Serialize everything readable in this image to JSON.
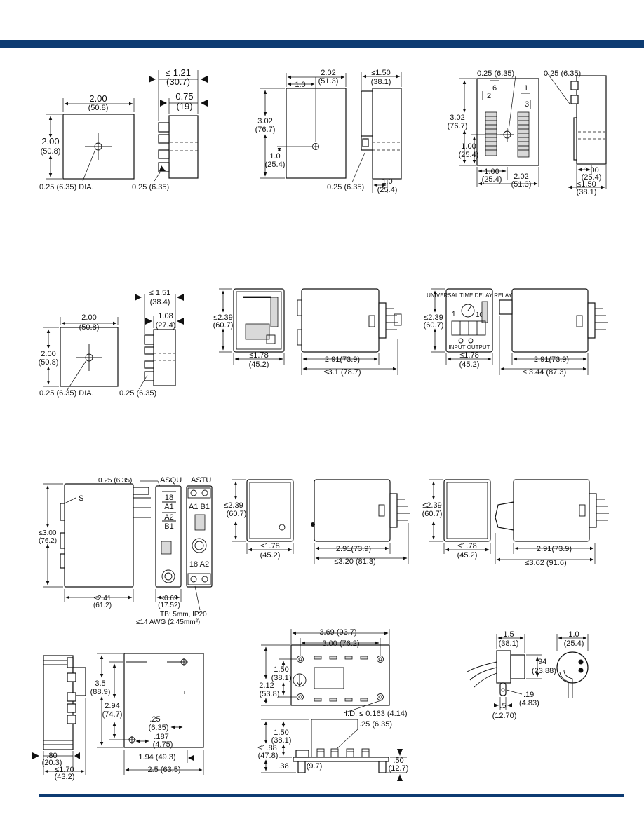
{
  "d1": {
    "w": "2.00",
    "w_mm": "(50.8)",
    "h": "2.00",
    "h_mm": "(50.8)",
    "dia": "0.25 (6.35) DIA.",
    "side_term": "0.25 (6.35)",
    "depth": "≤ 1.21",
    "depth_mm": "(30.7)",
    "body": "0.75",
    "body_mm": "(19)"
  },
  "d2": {
    "w": "2.02",
    "w_mm": "(51.3)",
    "off": "1.0",
    "h": "3.02",
    "h_mm": "(76.7)",
    "hole_y": "1.0",
    "hole_y_mm": "(25.4)",
    "depth": "≤1.50",
    "depth_mm": "(38.1)",
    "term": "0.25 (6.35)",
    "term_off": "1.0",
    "term_off_mm": "(25.4)"
  },
  "d3": {
    "term_a": "0.25 (6.35)",
    "term_b": "0.25 (6.35)",
    "n6": "6",
    "n2": "2",
    "n1": "1",
    "n3": "3",
    "h": "3.02",
    "h_mm": "(76.7)",
    "hole_y": "1.00",
    "hole_y_mm": "(25.4)",
    "off": "1.00",
    "off_mm": "(25.4)",
    "w": "2.02",
    "w_mm": "(51.3)",
    "side_off": "1.00",
    "side_off_mm": "(25.4)",
    "depth": "≤1.50",
    "depth_mm": "(38.1)"
  },
  "d4": {
    "w": "2.00",
    "w_mm": "(50.8)",
    "h": "2.00",
    "h_mm": "(50.8)",
    "dia": "0.25 (6.35) DIA.",
    "side_term": "0.25 (6.35)",
    "depth": "≤ 1.51",
    "depth_mm": "(38.4)",
    "body": "1.08",
    "body_mm": "(27.4)"
  },
  "d5": {
    "h": "≤2.39",
    "h_mm": "(60.7)",
    "w": "≤1.78",
    "w_mm": "(45.2)",
    "len": "2.91(73.9)",
    "len2": "≤3.1 (78.7)"
  },
  "d6": {
    "panel_title": "UNIVERSAL TIME DELAY RELAY",
    "dial_1": "1",
    "dial_100": "100",
    "panel_foot": "INPUT OUTPUT",
    "h": "≤2.39",
    "h_mm": "(60.7)",
    "w": "≤1.78",
    "w_mm": "(45.2)",
    "len": "2.91(73.9)",
    "len2": "≤ 3.44 (87.3)"
  },
  "d7": {
    "term": "0.25 (6.35)",
    "s": "S",
    "asqu": "ASQU",
    "astu": "ASTU",
    "t18": "18",
    "a1": "A1",
    "a2": "A2",
    "b1": "B1",
    "a1b1": "A1 B1",
    "a18a2": "18 A2",
    "h": "≤3.00",
    "h_mm": "(76.2)",
    "w": "≤2.41",
    "w_mm": "(61.2)",
    "din": "≤0.69",
    "din_mm": "(17.52)",
    "tb1": "TB: 5mm, IP20",
    "tb2": "≤14 AWG (2.45mm²)"
  },
  "d8": {
    "h": "≤2.39",
    "h_mm": "(60.7)",
    "w": "≤1.78",
    "w_mm": "(45.2)",
    "len": "2.91(73.9)",
    "len2": "≤3.20 (81.3)"
  },
  "d9": {
    "h": "≤2.39",
    "h_mm": "(60.7)",
    "w": "≤1.78",
    "w_mm": "(45.2)",
    "len": "2.91(73.9)",
    "len2": "≤3.62 (91.6)"
  },
  "d10": {
    "d80": ".80",
    "d80_mm": "(20.3)",
    "d170": "≤1.70",
    "d170_mm": "(43.2)",
    "h35": "3.5",
    "h35_mm": "(88.9)",
    "h294": "2.94",
    "h294_mm": "(74.7)",
    "t25": ".25",
    "t25_mm": "(6.35)",
    "t187": ".187",
    "t187_mm": "(4.75)",
    "w194": "1.94 (49.3)",
    "w25": "2.5 (63.5)"
  },
  "d11": {
    "w369": "3.69 (93.7)",
    "w300": "3.00 (76.2)",
    "h150": "1.50",
    "h150_mm": "(38.1)",
    "h212": "2.12",
    "h212_mm": "(53.8)",
    "id": "I.D. ≤ 0.163 (4.14)",
    "side150": "1.50",
    "side150_mm": "(38.1)",
    "term25": ".25 (6.35)",
    "h188": "≤1.88",
    "h188_mm": "(47.8)",
    "d38": ".38",
    "d38_mm": "(9.7)",
    "d50": ".50",
    "d50_mm": "(12.7)"
  },
  "d12": {
    "w15": "1.5",
    "w15_mm": "(38.1)",
    "w10": "1.0",
    "w10_mm": "(25.4)",
    "h94": ".94",
    "h94_mm": "(23.88)",
    "d19": ".19",
    "d19_mm": "(4.83)",
    "d5": ".5",
    "d5_mm": "(12.70)"
  }
}
